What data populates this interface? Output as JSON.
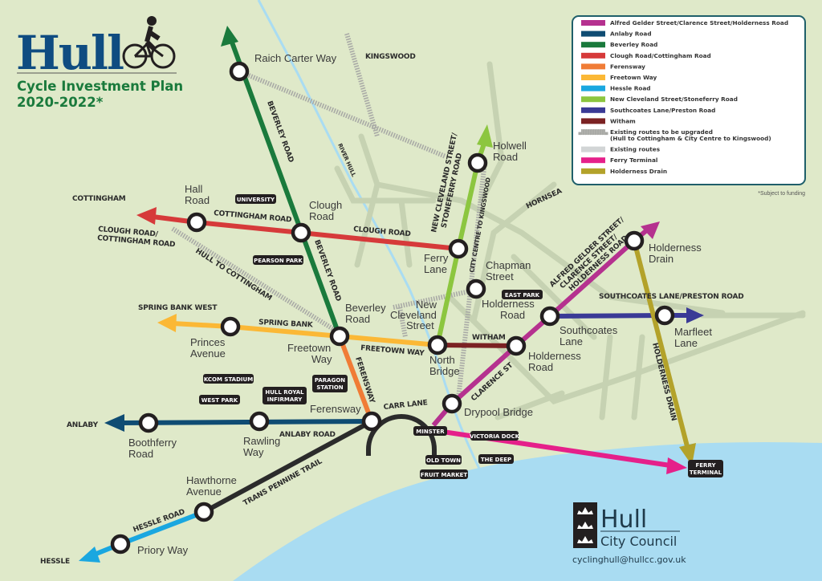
{
  "header": {
    "logo_word": "Hull",
    "title": "Cycle Investment Plan",
    "years": "2020-2022*"
  },
  "legend": {
    "items": [
      {
        "label": "Alfred Gelder Street/Clarence Street/Holderness Road",
        "color": "#b5318f"
      },
      {
        "label": "Anlaby Road",
        "color": "#0f4c73"
      },
      {
        "label": "Beverley Road",
        "color": "#1a7a3c"
      },
      {
        "label": "Clough Road/Cottingham Road",
        "color": "#d63a3a"
      },
      {
        "label": "Ferensway",
        "color": "#f07c36"
      },
      {
        "label": "Freetown Way",
        "color": "#fbb836"
      },
      {
        "label": "Hessle Road",
        "color": "#1aa7e0"
      },
      {
        "label": "New Cleveland Street/Stoneferry Road",
        "color": "#8cc63f"
      },
      {
        "label": "Southcoates Lane/Preston Road",
        "color": "#3a3a96"
      },
      {
        "label": "Witham",
        "color": "#7b2223"
      },
      {
        "label": "Existing routes to be upgraded",
        "label2": "(Hull to Cottingham & City Centre to Kingswood)",
        "color": "#a9aaa6"
      },
      {
        "label": "Existing routes",
        "color": "#d2d5d6"
      },
      {
        "label": "Ferry Terminal",
        "color": "#e5208a"
      },
      {
        "label": "Holderness Drain",
        "color": "#b3a22a"
      }
    ],
    "footnote": "*Subject to funding"
  },
  "stations": {
    "raich_carter_way": [
      "Raich Carter Way"
    ],
    "hall_road": [
      "Hall",
      "Road"
    ],
    "clough_road": [
      "Clough",
      "Road"
    ],
    "ferry_lane": [
      "Ferry",
      "Lane"
    ],
    "holwell_road": [
      "Holwell",
      "Road"
    ],
    "chapman_street": [
      "Chapman",
      "Street"
    ],
    "holderness_road_north": [
      "Holderness",
      "Road"
    ],
    "beverley_road": [
      "Beverley",
      "Road"
    ],
    "new_cleveland_street": [
      "New",
      "Cleveland",
      "Street"
    ],
    "freetown_way": [
      "Freetown",
      "Way"
    ],
    "princes_avenue": [
      "Princes",
      "Avenue"
    ],
    "north_bridge": [
      "North",
      "Bridge"
    ],
    "holderness_road": [
      "Holderness",
      "Road"
    ],
    "southcoates_lane": [
      "Southcoates",
      "Lane"
    ],
    "holderness_drain": [
      "Holderness",
      "Drain"
    ],
    "marfleet_lane": [
      "Marfleet",
      "Lane"
    ],
    "drypool_bridge": [
      "Drypool Bridge"
    ],
    "ferensway": [
      "Ferensway"
    ],
    "rawling_way": [
      "Rawling",
      "Way"
    ],
    "boothferry_road": [
      "Boothferry",
      "Road"
    ],
    "hawthorne_avenue": [
      "Hawthorne",
      "Avenue"
    ],
    "priory_way": [
      "Priory Way"
    ]
  },
  "route_labels": {
    "beverley_road": "BEVERLEY ROAD",
    "river_hull": "RIVER HULL",
    "kingswood": "KINGSWOOD",
    "cottingham": "COTTINGHAM",
    "cottingham_road": "COTTINGHAM ROAD",
    "clough_road": "CLOUGH ROAD",
    "clough_cott": [
      "CLOUGH ROAD/",
      "COTTINGHAM ROAD"
    ],
    "hull_to_cottingham": "HULL TO COTTINGHAM",
    "new_cleveland": [
      "NEW CLEVELAND STREET/",
      "STONEFERRY ROAD"
    ],
    "city_centre_kingswood": "CITY CENTRE TO KINGSWOOD",
    "hornsea": "HORNSEA",
    "alfred_gelder": [
      "ALFRED GELDER STREET/",
      "CLARENCE STREET/",
      "HOLDERNESS ROAD"
    ],
    "southcoates": "SOUTHCOATES LANE/PRESTON ROAD",
    "holderness_drain": "HOLDERNESS DRAIN",
    "spring_bank_west": "SPRING BANK WEST",
    "spring_bank": "SPRING BANK",
    "freetown_way": "FREETOWN WAY",
    "witham": "WITHAM",
    "ferensway": "FERENSWAY",
    "carr_lane": "CARR LANE",
    "clarence_st": "CLARENCE ST",
    "anlaby": "ANLABY",
    "anlaby_road": "ANLABY ROAD",
    "trans_pennine": "TRANS PENNINE TRAIL",
    "hessle_road": "HESSLE ROAD",
    "hessle": "HESSLE"
  },
  "places": {
    "university": [
      "UNIVERSITY"
    ],
    "pearson_park": [
      "PEARSON PARK"
    ],
    "east_park": [
      "EAST PARK"
    ],
    "kcom_stadium": [
      "KCOM STADIUM"
    ],
    "west_park": [
      "WEST PARK"
    ],
    "hull_royal_infirmary": [
      "HULL ROYAL",
      "INFIRMARY"
    ],
    "paragon_station": [
      "PARAGON",
      "STATION"
    ],
    "minster": [
      "MINSTER"
    ],
    "victoria_dock": [
      "VICTORIA DOCK"
    ],
    "old_town": [
      "OLD TOWN"
    ],
    "the_deep": [
      "THE DEEP"
    ],
    "fruit_market": [
      "FRUIT MARKET"
    ],
    "ferry_terminal": [
      "FERRY",
      "TERMINAL"
    ]
  },
  "council": {
    "name": "Hull",
    "subtitle": "City Council",
    "email": "cyclinghull@hullcc.gov.uk"
  },
  "colors": {
    "background": "#dfe9c9",
    "water": "#a9dcf2",
    "title_navy": "#0f4c81",
    "title_green": "#1a7a3c"
  }
}
